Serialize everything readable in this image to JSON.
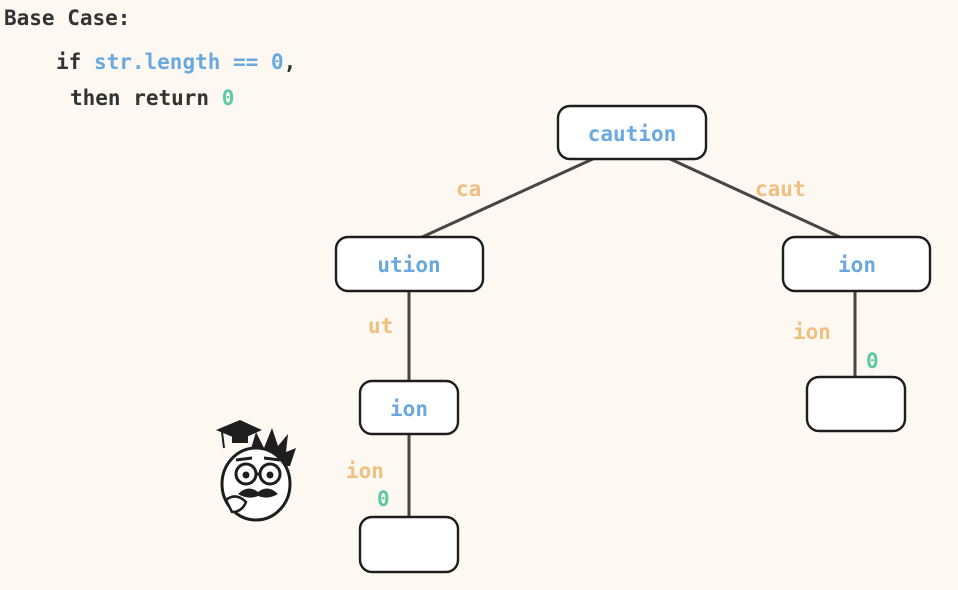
{
  "heading": "Base Case:",
  "code": {
    "line1": {
      "kw": "if ",
      "cond": "str.length == 0",
      "comma": ","
    },
    "line2": {
      "kw": "then return ",
      "val": "0"
    }
  },
  "tree": {
    "nodes": {
      "root": "caution",
      "left": "ution",
      "right": "ion",
      "left_child": "ion",
      "left_leaf": "",
      "right_leaf": ""
    },
    "edge_labels": {
      "root_left": "ca",
      "root_right": "caut",
      "left_down": "ut",
      "right_down": "ion",
      "leftchild_down": "ion"
    },
    "return_values": {
      "right_leaf": "0",
      "left_leaf": "0"
    }
  },
  "colors": {
    "background": "#fdf8f2",
    "node_text": "#6aa9e0",
    "edge_label": "#f0c080",
    "zero": "#5ec9a3",
    "text": "#333333"
  },
  "icons": [
    "professor-mascot-icon"
  ]
}
